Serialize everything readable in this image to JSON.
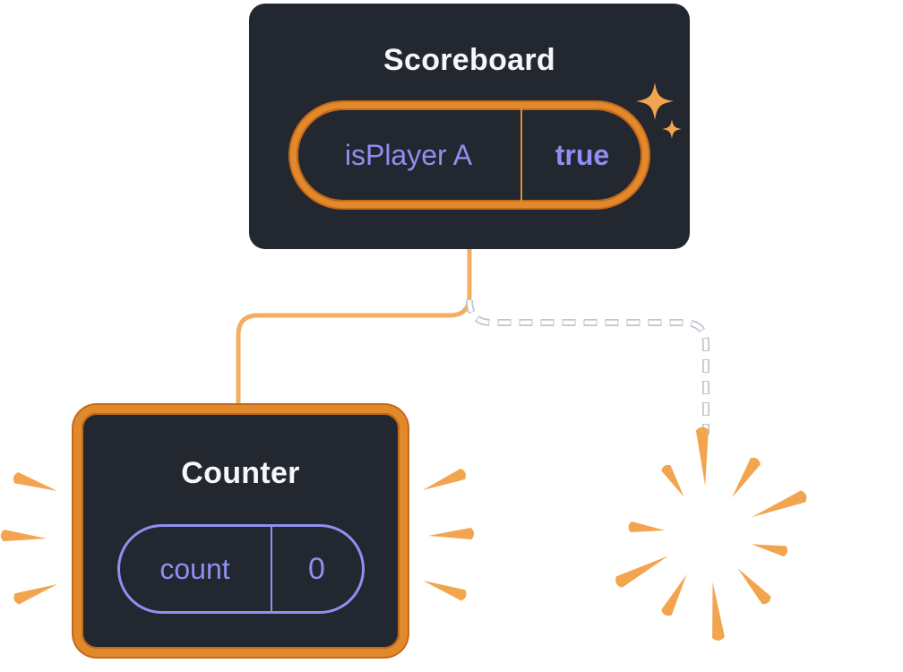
{
  "palette": {
    "canvas_bg": "#FFFFFF",
    "card_bg": "#23272F",
    "title_text": "#F6F7F9",
    "state_text_purple": "#8F8FF2",
    "highlight_orange": "#E2892B",
    "highlight_orange_dark": "#C4681A",
    "connector_orange": "#F4AE63",
    "burst_orange": "#F2A44F",
    "pill_divider_orange": "#D9912F",
    "counter_pill_border_purple": "#8F8FF2",
    "dashed_line_core": "#FFFFFF",
    "dashed_line_edge": "#BFC5CF"
  },
  "scoreboard": {
    "title": "Scoreboard",
    "state": {
      "key": "isPlayer A",
      "value": "true"
    }
  },
  "counter": {
    "title": "Counter",
    "state": {
      "key": "count",
      "value": "0"
    }
  },
  "icons": {
    "sparkle": "✦",
    "poof": "radial-burst",
    "emphasis": "ray-marks"
  }
}
